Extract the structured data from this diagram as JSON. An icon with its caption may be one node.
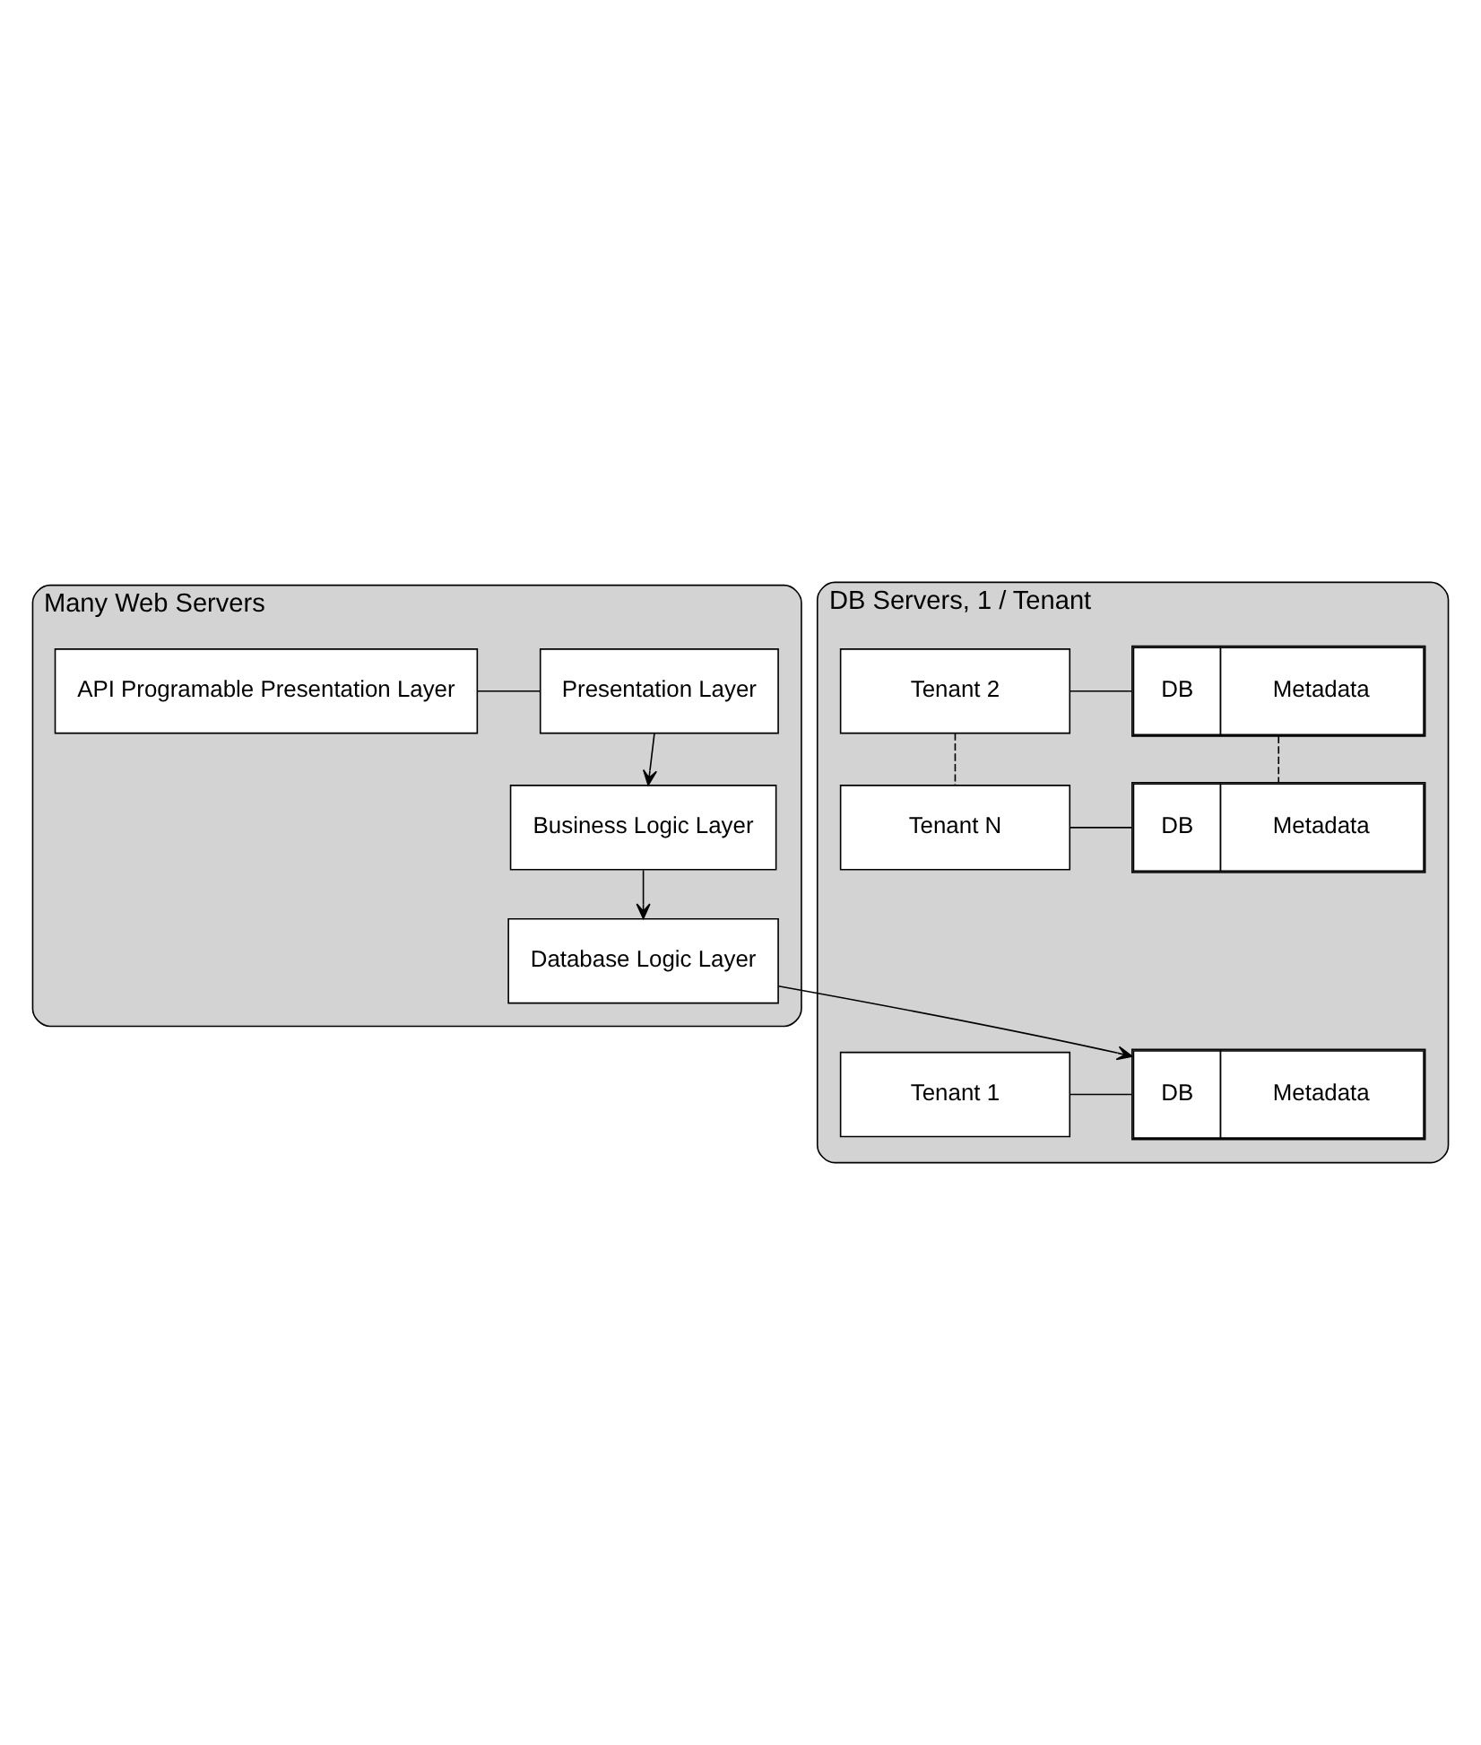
{
  "diagram": {
    "nodes": [
      {
        "text": [
          "Many Web Servers"
        ]
      },
      {
        "text": [
          "API Programable Presentation Layer"
        ],
        "in": 0
      },
      {
        "text": [
          "Presentation Layer"
        ],
        "in": 0
      },
      {
        "text": [
          "Business Logic Layer"
        ],
        "in": 0
      },
      {
        "text": [
          "Database Logic Layer"
        ],
        "in": 0
      },
      {
        "text": [
          "DB Servers, 1 / Tenant"
        ]
      },
      {
        "text": [
          "Tenant 1"
        ],
        "in": 5
      },
      {
        "text": [
          "DB",
          "Metadata"
        ],
        "in": 5
      },
      {
        "text": [
          "Tenant 2"
        ],
        "in": 5
      },
      {
        "text": [
          "DB",
          "Metadata"
        ],
        "in": 5
      },
      {
        "text": [
          "Tenant N"
        ],
        "in": 5
      },
      {
        "text": [
          "DB",
          "Metadata"
        ],
        "in": 5
      }
    ],
    "edges": [
      {
        "from": 1,
        "to": 2,
        "arrow": "none"
      },
      {
        "from": 2,
        "to": 3,
        "arrow": "to"
      },
      {
        "from": 3,
        "to": 4,
        "arrow": "to"
      },
      {
        "from": 4,
        "to": 7,
        "arrow": "to"
      },
      {
        "from": 6,
        "to": 7,
        "arrow": "none"
      },
      {
        "from": 8,
        "to": 9,
        "arrow": "none"
      },
      {
        "from": 8,
        "to": 10,
        "arrow": "none",
        "style": "dashed"
      },
      {
        "from": 9,
        "to": 11,
        "arrow": "none",
        "style": "dashed"
      },
      {
        "from": 10,
        "to": 11,
        "arrow": "none"
      }
    ]
  }
}
